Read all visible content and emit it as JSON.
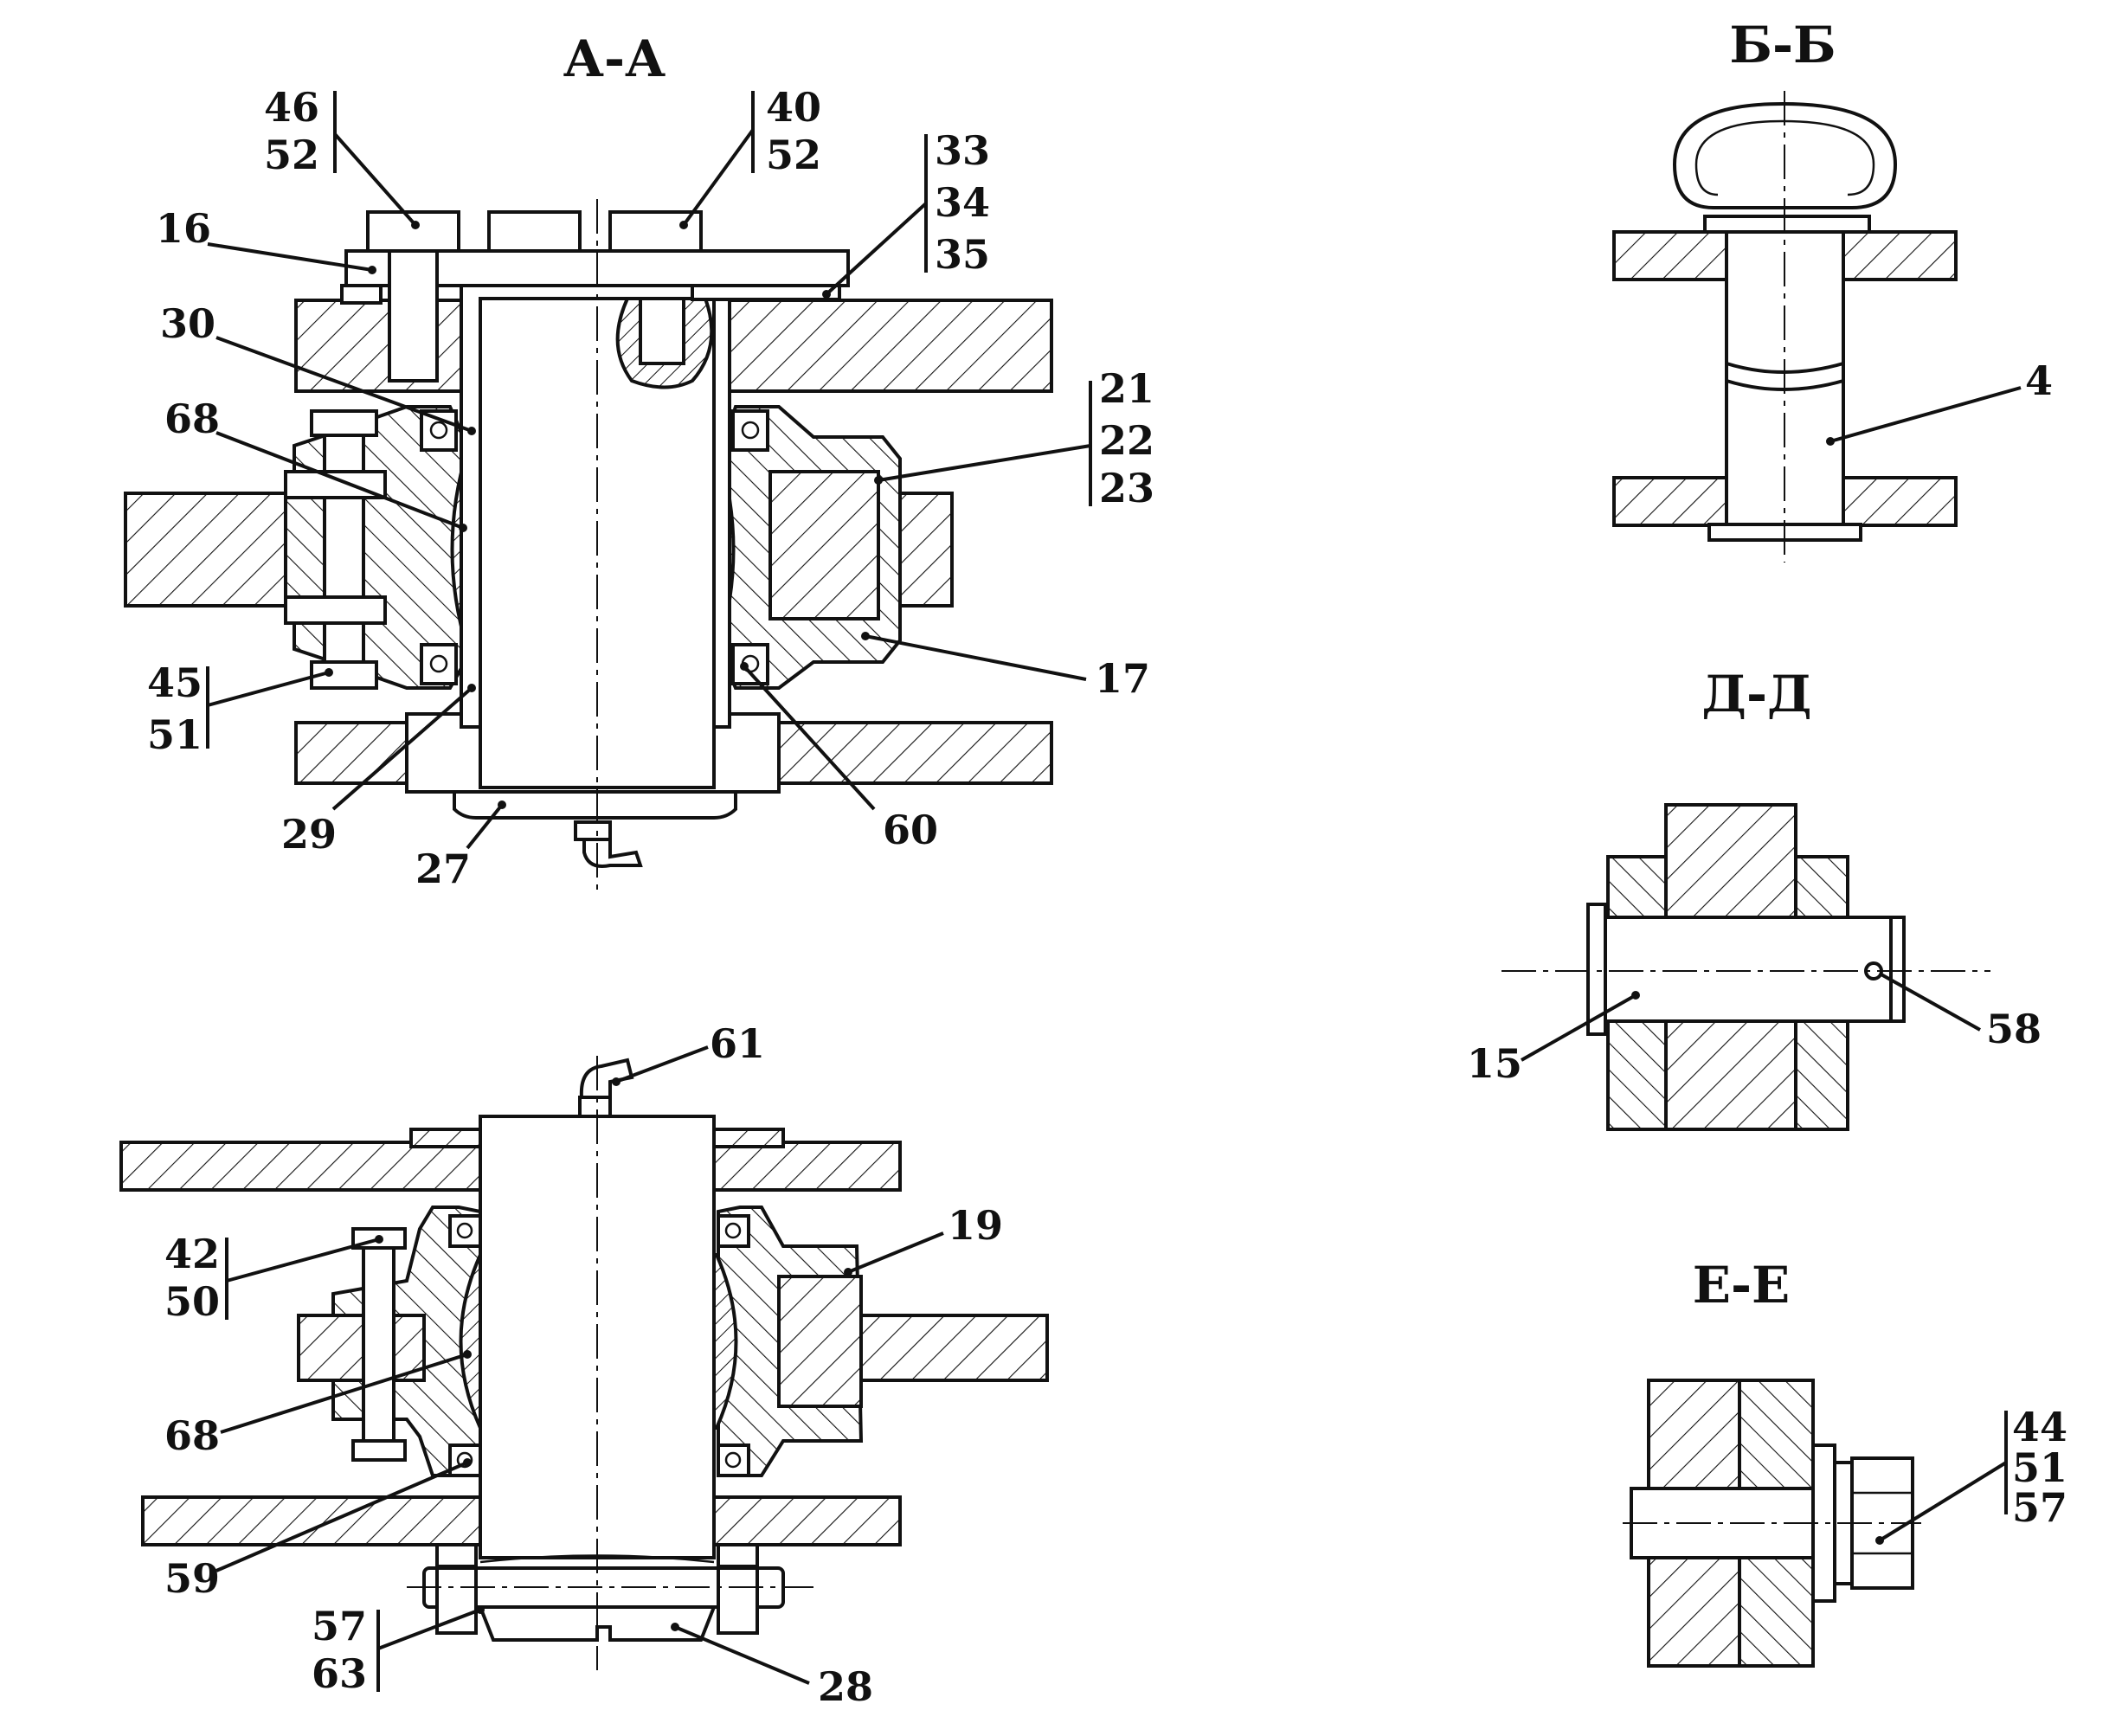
{
  "sections": {
    "aa": "А-А",
    "bb": "Б-Б",
    "dd": "Д-Д",
    "ee": "Е-Е"
  },
  "callouts": {
    "aa_46_52": [
      "46",
      "52"
    ],
    "aa_40_52": [
      "40",
      "52"
    ],
    "aa_33_34_35": [
      "33",
      "34",
      "35"
    ],
    "aa_16": "16",
    "aa_30": "30",
    "aa_68": "68",
    "aa_21_22_23": [
      "21",
      "22",
      "23"
    ],
    "aa_17": "17",
    "aa_45_51": [
      "45",
      "51"
    ],
    "aa_29": "29",
    "aa_27": "27",
    "aa_60": "60",
    "bb_4": "4",
    "dd_15": "15",
    "dd_58": "58",
    "low_61": "61",
    "low_19": "19",
    "low_42_50": [
      "42",
      "50"
    ],
    "low_68": "68",
    "low_59": "59",
    "low_57_63": [
      "57",
      "63"
    ],
    "low_28": "28",
    "ee_44_51_57": [
      "44",
      "51",
      "57"
    ]
  }
}
